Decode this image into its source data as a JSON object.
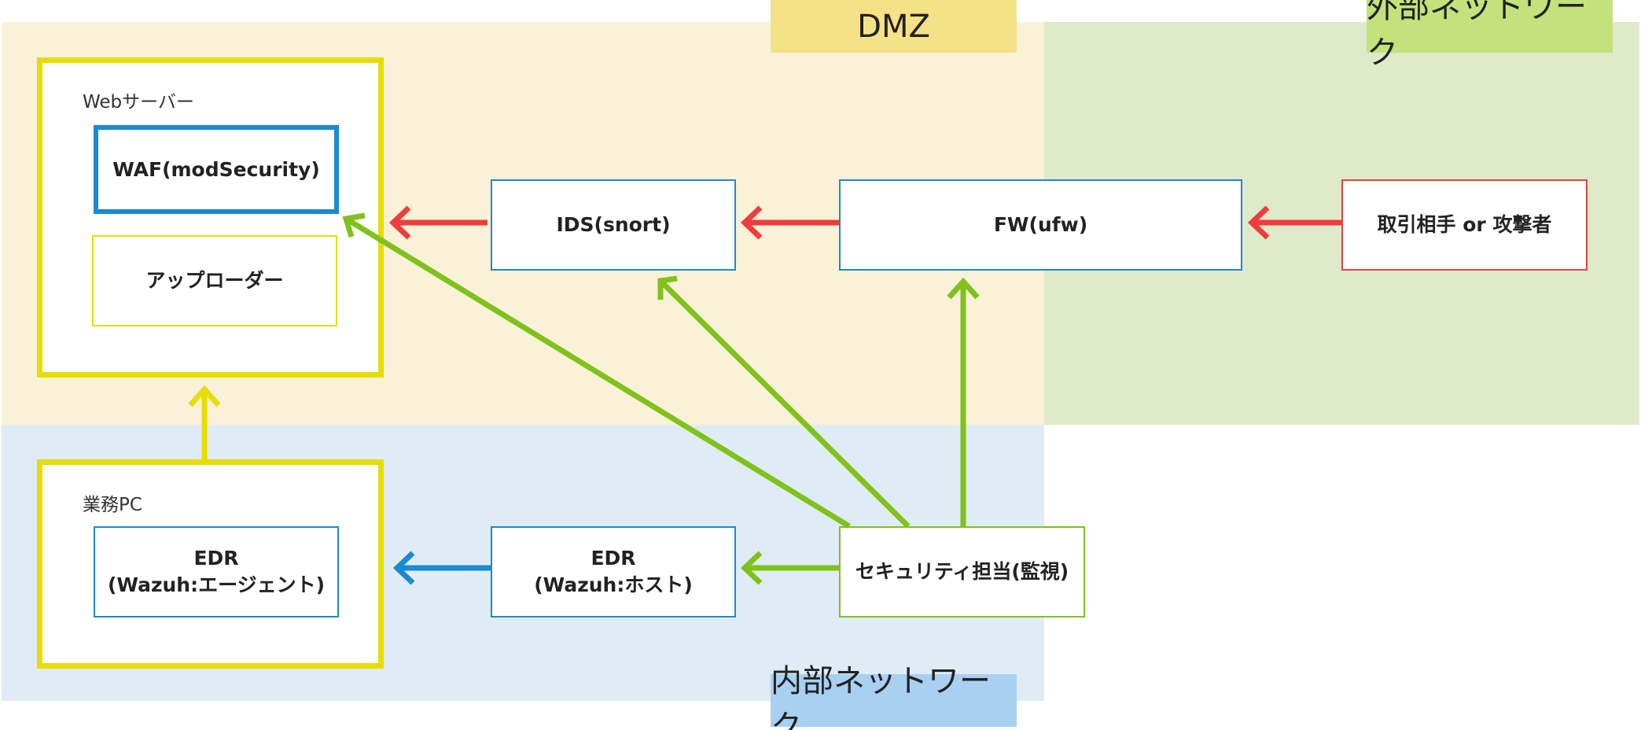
{
  "zones": {
    "dmz": {
      "label": "DMZ",
      "fill": "#f9f1d8",
      "label_fill": "#f5e287"
    },
    "external": {
      "label": "外部ネットワーク",
      "fill": "#dfeacb",
      "label_fill": "#c4e27c"
    },
    "internal": {
      "label": "内部ネットワーク",
      "fill": "#e0ecf5",
      "label_fill": "#a9d0f1"
    }
  },
  "containers": {
    "web_server": {
      "title": "Webサーバー",
      "border": "#e8dd00"
    },
    "business_pc": {
      "title": "業務PC",
      "border": "#e8dd00"
    }
  },
  "nodes": {
    "waf": {
      "label": "WAF(modSecurity)",
      "border": "#1a8ad4"
    },
    "uploader": {
      "label": "アップローダー",
      "border": "#e8dd00"
    },
    "ids": {
      "label": "IDS(snort)",
      "border": "#1a8ad4"
    },
    "fw": {
      "label": "FW(ufw)",
      "border": "#1a8ad4"
    },
    "partner": {
      "label": "取引相手 or 攻撃者",
      "border": "#e84040"
    },
    "edr_agent": {
      "label": "EDR\n(Wazuh:エージェント)",
      "border": "#1a8ad4"
    },
    "edr_host": {
      "label": "EDR\n(Wazuh:ホスト)",
      "border": "#1a8ad4"
    },
    "security": {
      "label": "セキュリティ担当(監視)",
      "border": "#80c21c"
    }
  },
  "arrow_colors": {
    "red": "#f03c3c",
    "green": "#80c21c",
    "blue": "#1a8ad4",
    "yellow": "#e8dd00"
  }
}
